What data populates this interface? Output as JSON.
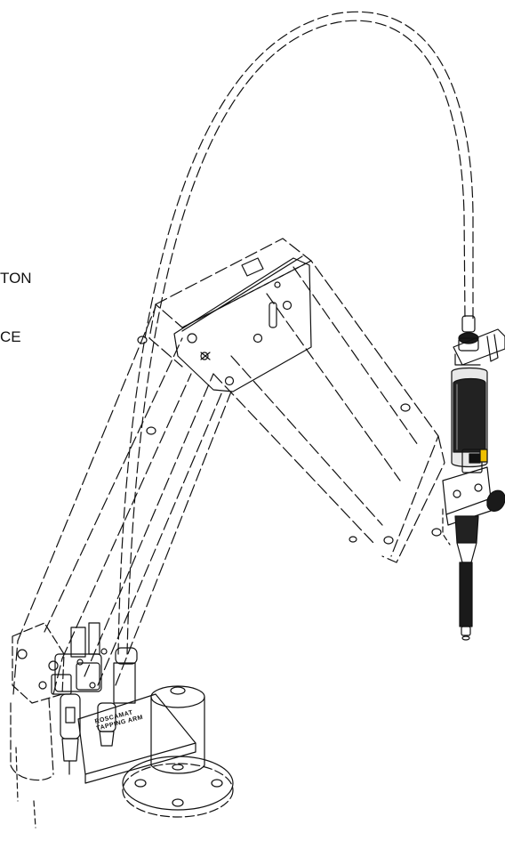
{
  "callout": {
    "line1": "TON",
    "line2": "CE"
  },
  "brand_plate": {
    "line1": "ROSCAMAT",
    "line2": "TAPPING ARM"
  },
  "colors": {
    "stroke": "#111111",
    "fill_dark": "#1a1a1a",
    "fill_mid": "#444444",
    "background": "#ffffff"
  }
}
